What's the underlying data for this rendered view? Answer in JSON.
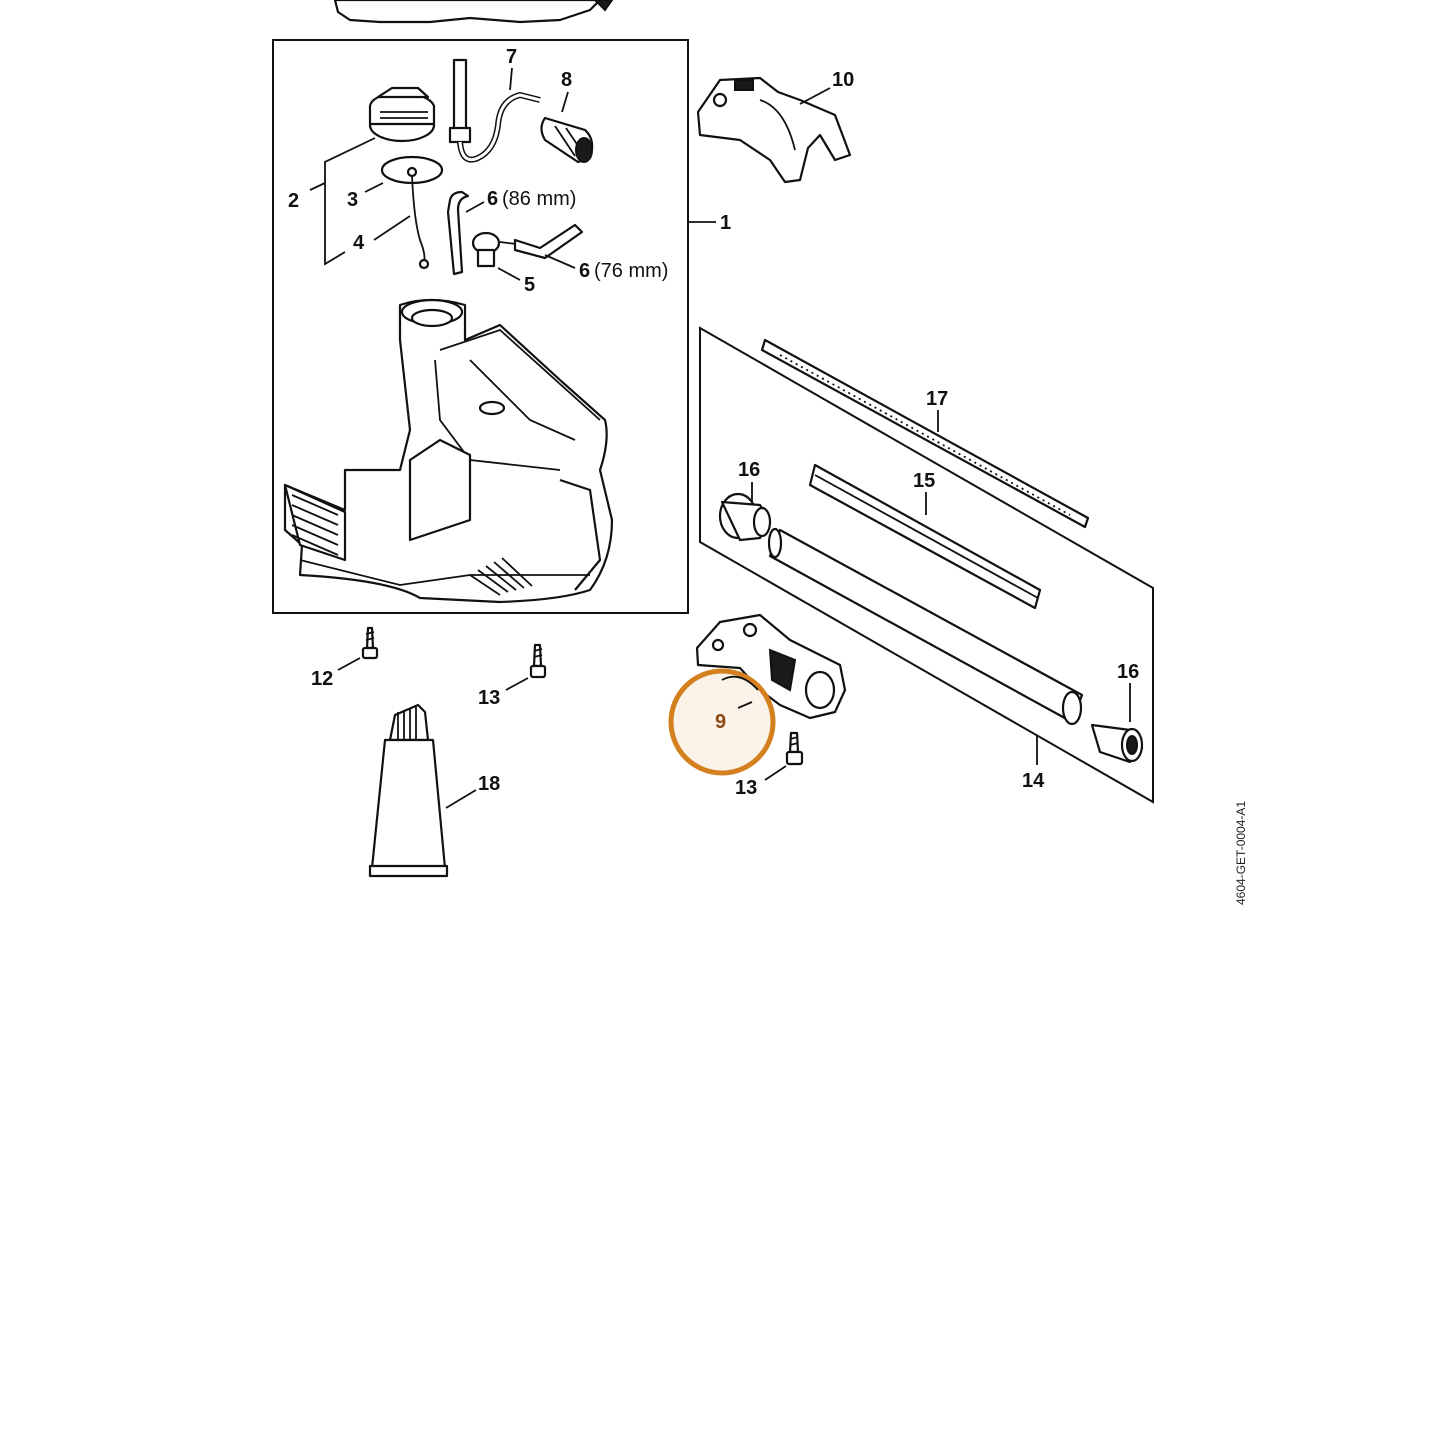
{
  "callouts": {
    "c1": "1",
    "c2": "2",
    "c3": "3",
    "c4": "4",
    "c5": "5",
    "c6a_num": "6",
    "c6a_size": "(86 mm)",
    "c6b_num": "6",
    "c6b_size": "(76 mm)",
    "c7": "7",
    "c8": "8",
    "c9": "9",
    "c10": "10",
    "c12": "12",
    "c13a": "13",
    "c13b": "13",
    "c14": "14",
    "c15": "15",
    "c16a": "16",
    "c16b": "16",
    "c17": "17",
    "c18": "18"
  },
  "reference_code": "4604-GET-0004-A1",
  "highlight": {
    "callout": "9",
    "color": "#d4801f"
  }
}
